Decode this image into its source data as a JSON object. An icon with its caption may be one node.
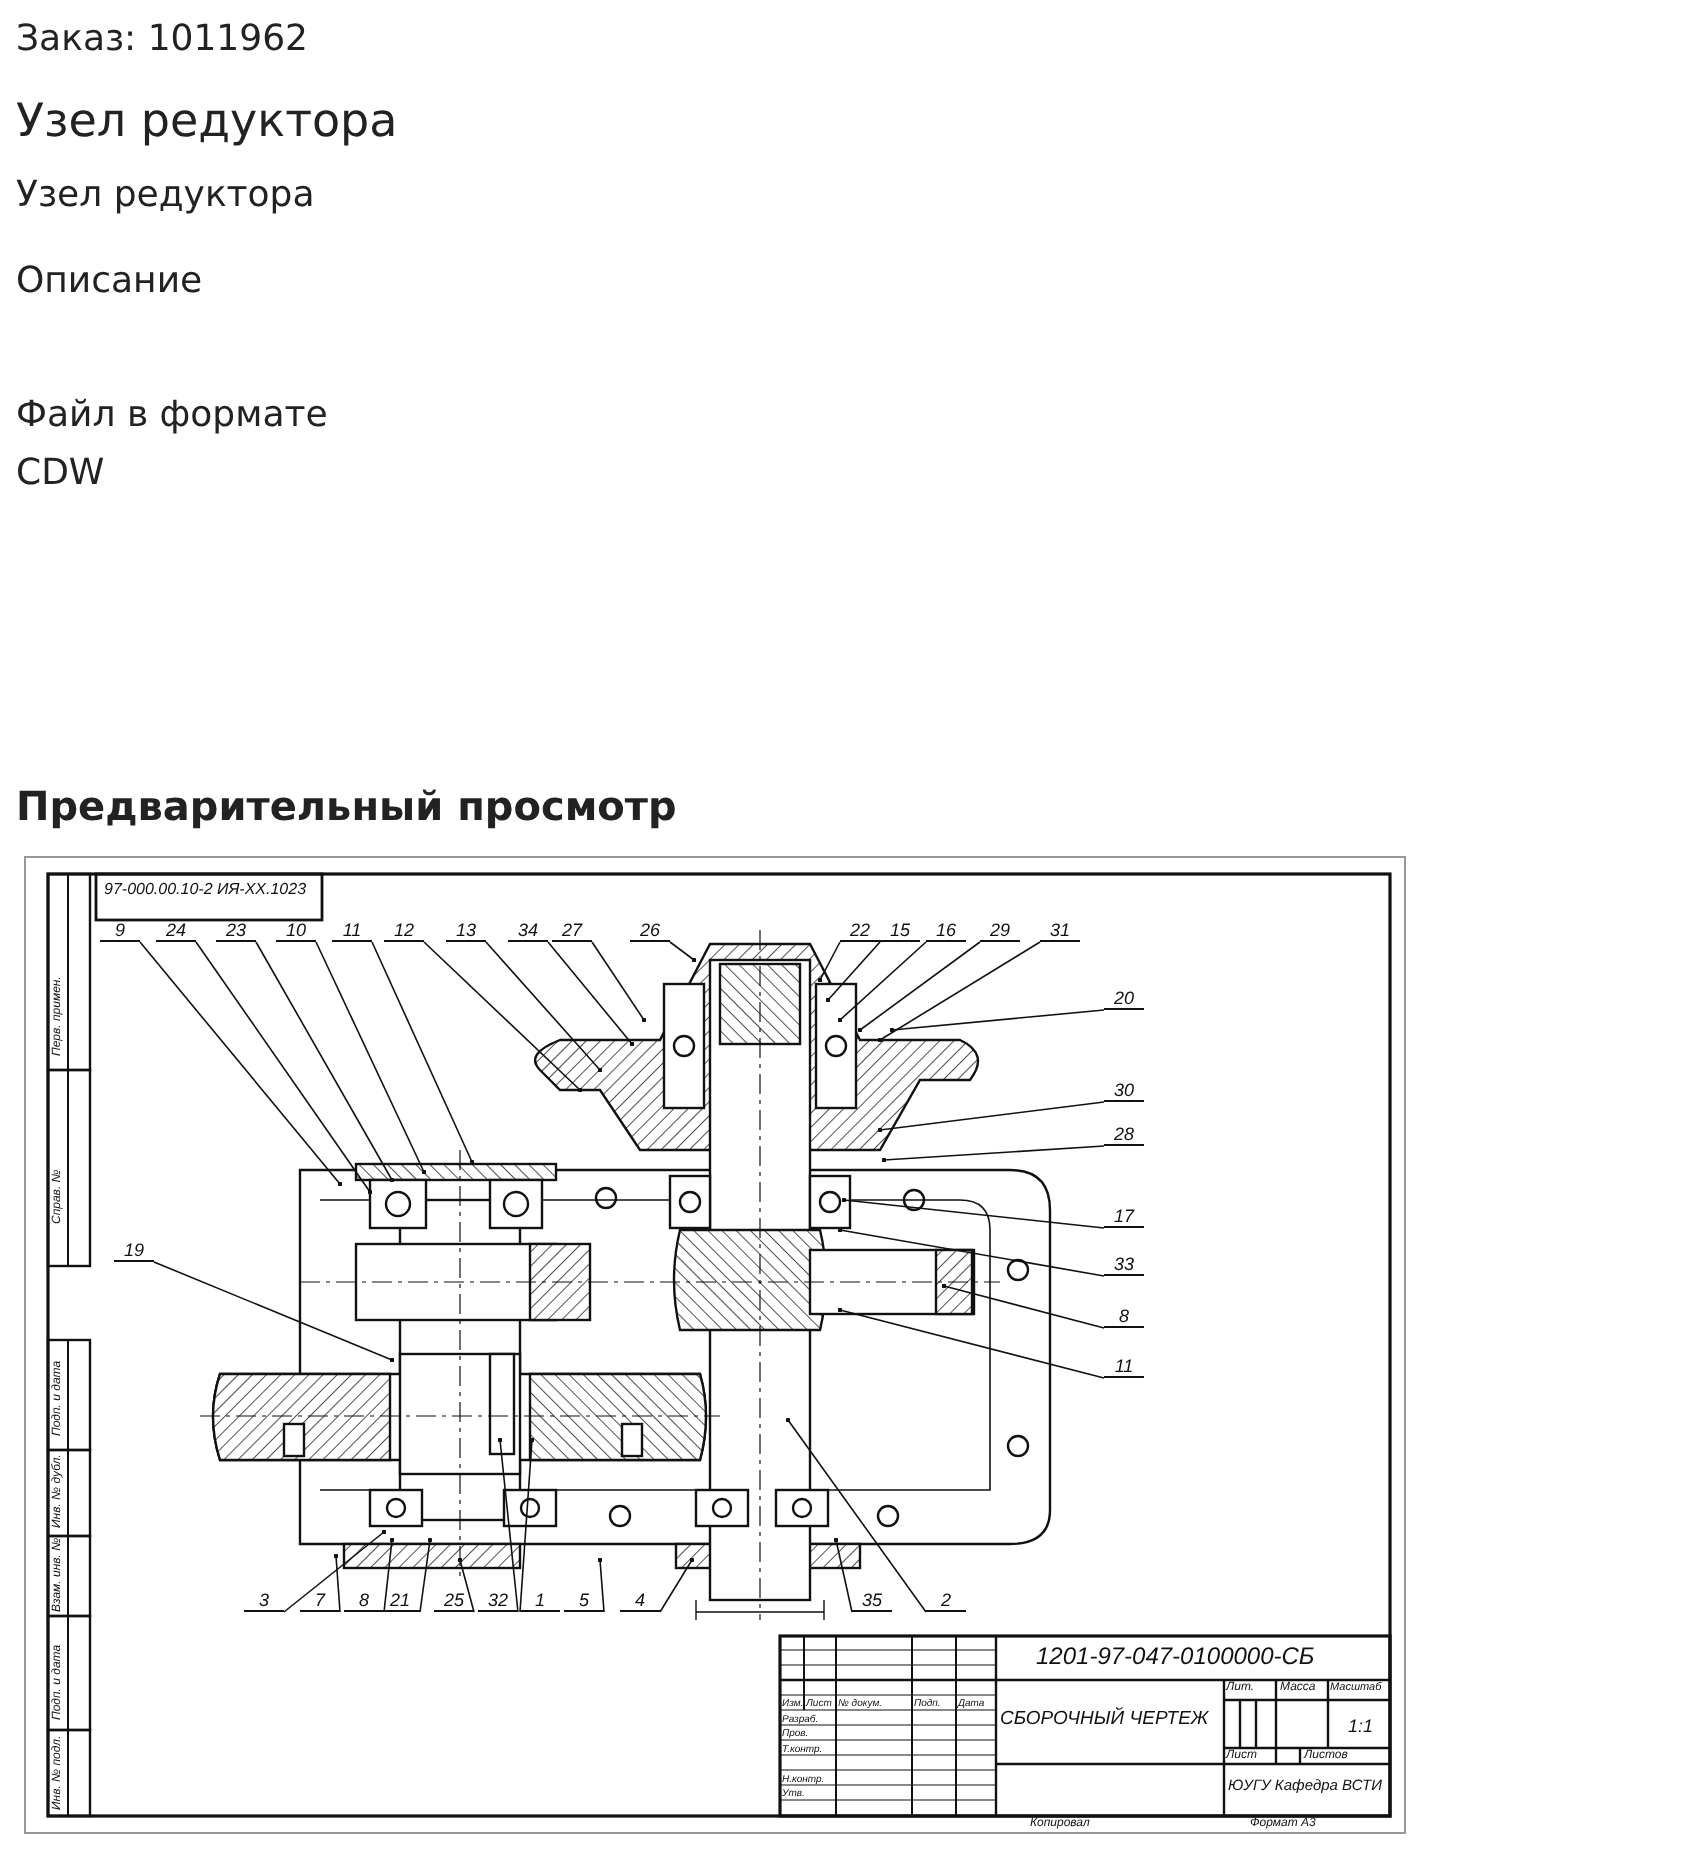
{
  "diagram": {
    "title": "Узел редуктора",
    "nodes": [
      {
        "text": [
          "9"
        ]
      },
      {
        "text": [
          "24"
        ]
      },
      {
        "text": [
          "23"
        ]
      },
      {
        "text": [
          "10"
        ]
      },
      {
        "text": [
          "11"
        ]
      },
      {
        "text": [
          "12"
        ]
      },
      {
        "text": [
          "13"
        ]
      },
      {
        "text": [
          "34"
        ]
      },
      {
        "text": [
          "27"
        ]
      },
      {
        "text": [
          "26"
        ]
      },
      {
        "text": [
          "22"
        ]
      },
      {
        "text": [
          "15"
        ]
      },
      {
        "text": [
          "16"
        ]
      },
      {
        "text": [
          "29"
        ]
      },
      {
        "text": [
          "31"
        ]
      },
      {
        "text": [
          "20"
        ]
      },
      {
        "text": [
          "30"
        ]
      },
      {
        "text": [
          "28"
        ]
      },
      {
        "text": [
          "17"
        ]
      },
      {
        "text": [
          "33"
        ]
      },
      {
        "text": [
          "8"
        ]
      },
      {
        "text": [
          "11"
        ]
      },
      {
        "text": [
          "19"
        ]
      },
      {
        "text": [
          "3"
        ]
      },
      {
        "text": [
          "7"
        ]
      },
      {
        "text": [
          "8"
        ]
      },
      {
        "text": [
          "21"
        ]
      },
      {
        "text": [
          "25"
        ]
      },
      {
        "text": [
          "32"
        ]
      },
      {
        "text": [
          "1"
        ]
      },
      {
        "text": [
          "5"
        ]
      },
      {
        "text": [
          "4"
        ]
      },
      {
        "text": [
          "35"
        ]
      },
      {
        "text": [
          "2"
        ]
      }
    ],
    "edges": [
      {
        "from": 0,
        "to": null,
        "arrow": "other"
      },
      {
        "from": 1,
        "to": null,
        "arrow": "other"
      },
      {
        "from": 2,
        "to": null,
        "arrow": "other"
      },
      {
        "from": 3,
        "to": null,
        "arrow": "other"
      },
      {
        "from": 4,
        "to": null,
        "arrow": "other"
      },
      {
        "from": 5,
        "to": null,
        "arrow": "other"
      },
      {
        "from": 6,
        "to": null,
        "arrow": "other"
      },
      {
        "from": 7,
        "to": null,
        "arrow": "other"
      },
      {
        "from": 8,
        "to": null,
        "arrow": "other"
      },
      {
        "from": 9,
        "to": null,
        "arrow": "other"
      },
      {
        "from": 10,
        "to": null,
        "arrow": "other"
      },
      {
        "from": 11,
        "to": null,
        "arrow": "other"
      },
      {
        "from": 12,
        "to": null,
        "arrow": "other"
      },
      {
        "from": 13,
        "to": null,
        "arrow": "other"
      },
      {
        "from": 14,
        "to": null,
        "arrow": "other"
      },
      {
        "from": 15,
        "to": null,
        "arrow": "other"
      },
      {
        "from": 16,
        "to": null,
        "arrow": "other"
      },
      {
        "from": 17,
        "to": null,
        "arrow": "other"
      },
      {
        "from": 18,
        "to": null,
        "arrow": "other"
      },
      {
        "from": 19,
        "to": null,
        "arrow": "other"
      },
      {
        "from": 20,
        "to": null,
        "arrow": "other"
      },
      {
        "from": 21,
        "to": null,
        "arrow": "other"
      },
      {
        "from": 22,
        "to": null,
        "arrow": "other"
      },
      {
        "from": 23,
        "to": null,
        "arrow": "other"
      },
      {
        "from": 24,
        "to": null,
        "arrow": "other"
      },
      {
        "from": 25,
        "to": null,
        "arrow": "other"
      },
      {
        "from": 26,
        "to": null,
        "arrow": "other"
      },
      {
        "from": 27,
        "to": null,
        "arrow": "other"
      },
      {
        "from": 28,
        "to": null,
        "arrow": "other"
      },
      {
        "from": 29,
        "to": null,
        "arrow": "other"
      },
      {
        "from": 30,
        "to": null,
        "arrow": "other"
      },
      {
        "from": 31,
        "to": null,
        "arrow": "other"
      },
      {
        "from": 32,
        "to": null,
        "arrow": "other"
      },
      {
        "from": 33,
        "to": null,
        "arrow": "other"
      }
    ],
    "labels": [
      "Заказ: 1011962",
      "Узел редуктора",
      "Описание",
      "Файл в формате CDW",
      "Предварительный просмотр",
      "97-000.00.10-2 ИЯ-ХХ.1023",
      "Перв. примен.",
      "Справ. №",
      "Подп. и дата",
      "Инв. № дубл.",
      "Взам. инв. №",
      "Подп. и дата",
      "Инв. № подл.",
      "1201-97-047-0100000-СБ",
      "СБОРОЧНЫЙ ЧЕРТЕЖ",
      "Лит.",
      "Масса",
      "Масштаб",
      "1:1",
      "Лист",
      "Листов",
      "ЮУГУ Кафедра ВСТИ",
      "Изм.",
      "Лист",
      "№ докум.",
      "Подп.",
      "Дата",
      "Разраб.",
      "Пров.",
      "Т.контр.",
      "Н.контр.",
      "Утв.",
      "Копировал",
      "Формат A3"
    ]
  }
}
